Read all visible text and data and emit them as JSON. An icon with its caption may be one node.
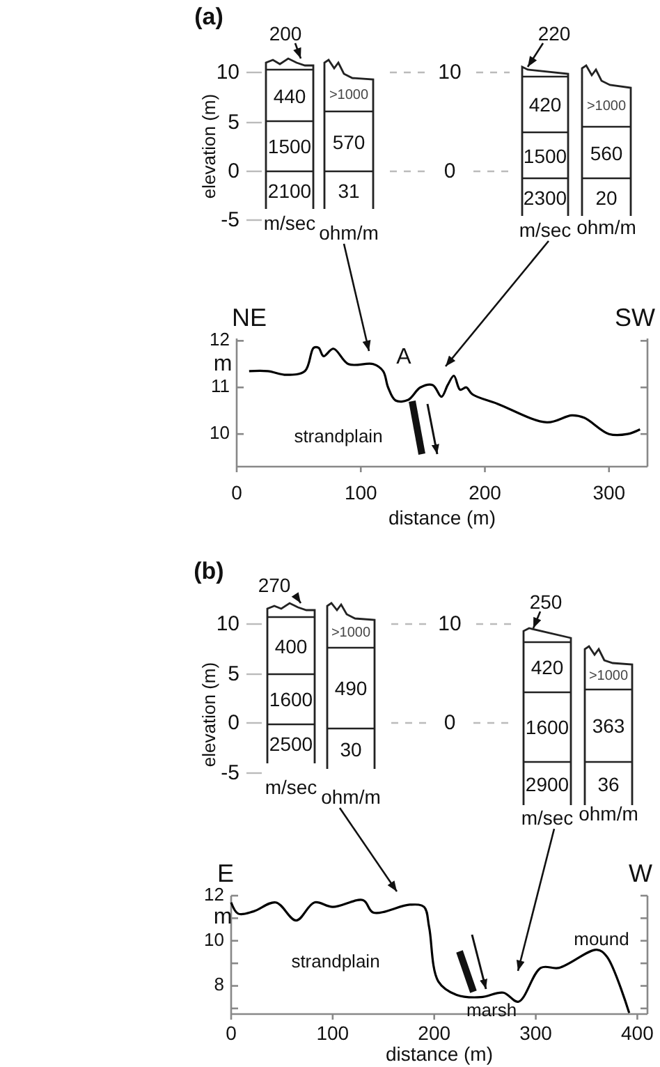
{
  "diagram": {
    "nodes": [
      {
        "text": [
          "440",
          "1500",
          "2100",
          "m/sec"
        ]
      },
      {
        "text": [
          ">1000",
          "570",
          "31",
          "ohm/m"
        ]
      },
      {
        "text": [
          "200"
        ]
      },
      {
        "text": [
          "420",
          "1500",
          "2300",
          "m/sec"
        ]
      },
      {
        "text": [
          ">1000",
          "560",
          "20",
          "ohm/m"
        ]
      },
      {
        "text": [
          "220"
        ]
      },
      {
        "text": [
          "400",
          "1600",
          "2500",
          "m/sec"
        ]
      },
      {
        "text": [
          ">1000",
          "490",
          "30",
          "ohm/m"
        ]
      },
      {
        "text": [
          "270"
        ]
      },
      {
        "text": [
          "420",
          "1600",
          "2900",
          "m/sec"
        ]
      },
      {
        "text": [
          ">1000",
          "363",
          "36",
          "ohm/m"
        ]
      },
      {
        "text": [
          "250"
        ]
      }
    ],
    "edges": [
      {
        "from": 2,
        "to": 0,
        "arrow": "to"
      },
      {
        "from": 5,
        "to": 3,
        "arrow": "to"
      },
      {
        "from": 1,
        "to": null,
        "arrow": "to"
      },
      {
        "from": 3,
        "to": null,
        "arrow": "to"
      },
      {
        "from": 8,
        "to": 6,
        "arrow": "to"
      },
      {
        "from": 11,
        "to": 9,
        "arrow": "to"
      },
      {
        "from": 7,
        "to": null,
        "arrow": "to"
      },
      {
        "from": 9,
        "to": null,
        "arrow": "to"
      }
    ],
    "labels": [
      "(a)",
      "10",
      "5",
      "0",
      "-5",
      "elevation (m)",
      "10",
      "0",
      "NE",
      "SW",
      "A",
      "strandplain",
      "(b)",
      "10",
      "5",
      "0",
      "-5",
      "elevation (m)",
      "10",
      "0",
      "E",
      "W",
      "strandplain",
      "mound",
      "marsh"
    ],
    "chart_data": [
      {
        "type": "line",
        "xlabel": "distance (m)",
        "ylabel": "m",
        "x": [
          10,
          25,
          40,
          55,
          62,
          66,
          70,
          78,
          90,
          110,
          118,
          122,
          128,
          138,
          148,
          158,
          165,
          170,
          175,
          180,
          185,
          190,
          210,
          250,
          270,
          280,
          300,
          315,
          325
        ],
        "series": [
          {
            "color": "#000000",
            "values": [
              11.35,
              11.35,
              11.27,
              11.35,
              11.85,
              11.85,
              11.67,
              11.83,
              11.5,
              11.5,
              11.35,
              11.0,
              10.72,
              10.73,
              11.0,
              11.05,
              10.8,
              11.05,
              11.25,
              10.95,
              11.0,
              10.85,
              10.65,
              10.25,
              10.4,
              10.35,
              10.0,
              10.0,
              10.1
            ]
          }
        ],
        "xlim": [
          0,
          331
        ],
        "ylim": [
          9.3,
          12.05
        ],
        "xticks": [
          0,
          100,
          200,
          300
        ],
        "yticks": [
          10,
          11,
          12
        ]
      },
      {
        "type": "line",
        "xlabel": "distance (m)",
        "ylabel": "m",
        "x": [
          0,
          7,
          22,
          44,
          64,
          82,
          100,
          130,
          140,
          176,
          190,
          195,
          204,
          222,
          246,
          268,
          283,
          305,
          323,
          360,
          370,
          392
        ],
        "series": [
          {
            "color": "#000000",
            "values": [
              11.7,
              11.2,
              11.3,
              11.7,
              10.9,
              11.7,
              11.5,
              11.8,
              11.25,
              11.6,
              11.5,
              10.6,
              8.2,
              7.6,
              7.5,
              7.7,
              7.3,
              8.8,
              8.8,
              9.6,
              9.3,
              6.8
            ]
          }
        ],
        "xlim": [
          0,
          410
        ],
        "ylim": [
          6.75,
          12
        ],
        "xticks": [
          0,
          100,
          200,
          300,
          400
        ],
        "yticks": [
          8,
          10,
          12
        ]
      }
    ]
  }
}
